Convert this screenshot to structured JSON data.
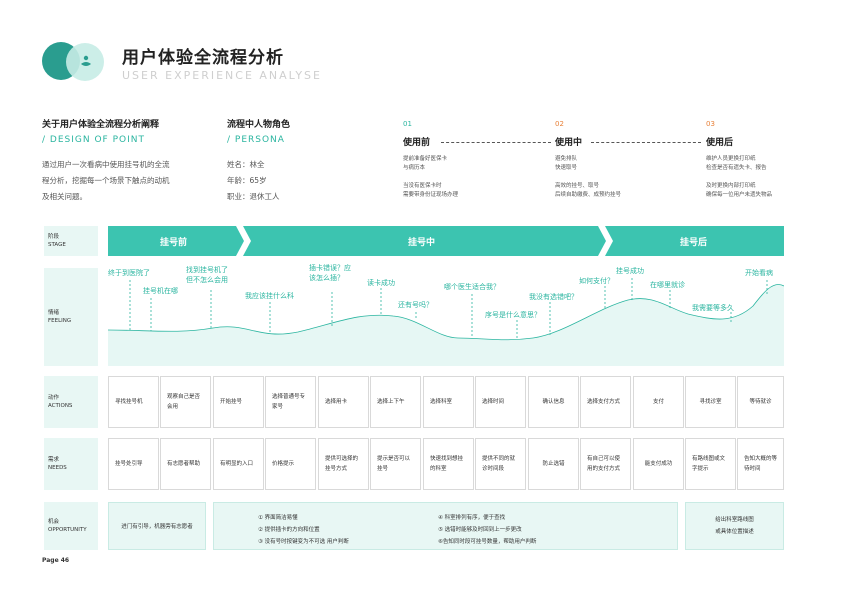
{
  "header": {
    "title": "用户体验全流程分析",
    "subtitle": "USER EXPERIENCE ANALYSE"
  },
  "about": {
    "heading": "关于用户体验全流程分析阐释",
    "accent": "/ DESIGN OF POINT",
    "lines": [
      "通过用户一次看病中使用挂号机的全流",
      "程分析，挖掘每一个场景下触点的动机",
      "及相关问题。"
    ]
  },
  "persona": {
    "heading": "流程中人物角色",
    "accent": "/ PERSONA",
    "lines": [
      "姓名：林全",
      "年龄：65岁",
      "职业：退休工人"
    ]
  },
  "stages": [
    {
      "num": "01",
      "name": "使用前",
      "desc": [
        "提前准备好医保卡",
        "与病历本",
        "",
        "当没有医保卡时",
        "需要带身份证现场办理"
      ]
    },
    {
      "num": "02",
      "name": "使用中",
      "desc": [
        "避免排队",
        "快速取号",
        "",
        "高效的挂号、取号",
        "后续自助缴费、成预约挂号"
      ]
    },
    {
      "num": "03",
      "name": "使用后",
      "desc": [
        "维护人员更换打印纸",
        "检查是否有遗失卡、报告",
        "",
        "及时更换内部打印纸",
        "确保每一位用户未遗失物品"
      ]
    }
  ],
  "rows": {
    "stage": {
      "cn": "阶段",
      "en": "STAGE"
    },
    "feeling": {
      "cn": "情绪",
      "en": "FEELING"
    },
    "actions": {
      "cn": "动作",
      "en": "ACTIONS"
    },
    "needs": {
      "cn": "需求",
      "en": "NEEDS"
    },
    "opportunity": {
      "cn": "机会",
      "en": "OPPORTUNITY"
    }
  },
  "stage_bar": [
    "挂号前",
    "挂号中",
    "挂号后"
  ],
  "feelings": [
    "终于到医院了",
    "挂号机在哪",
    "找到挂号机了\n但不怎么会用",
    "我应该挂什么科",
    "插卡错误？应\n该怎么插？",
    "读卡成功",
    "还有号吗？",
    "哪个医生适合我？",
    "序号是什么意思？",
    "我没有选错吧？",
    "如何支付？",
    "挂号成功",
    "在哪里就诊",
    "我需要等多久",
    "开始看病"
  ],
  "actions": [
    "寻找挂号机",
    "观察自己是否会用",
    "开始挂号",
    "选择普通号专家号",
    "选择用卡",
    "选择上下午",
    "选择科室",
    "选择时间",
    "确认信息",
    "选择支付方式",
    "支付",
    "寻找诊室",
    "等待就诊"
  ],
  "needs": [
    "挂号处引导",
    "有志愿者帮助",
    "有明显的入口",
    "价格提示",
    "提供可选择的挂号方式",
    "提示是否可以挂号",
    "快速找到想挂的科室",
    "提供不同的就诊时间段",
    "防止选错",
    "有自己可以使用的支付方式",
    "能支付成功",
    "有路线图或文字提示",
    "告知大概的等待时间"
  ],
  "opportunity": {
    "left": "进门有引导，机器旁有志愿者",
    "middle_col1": [
      "① 界面简洁易懂",
      "② 提供插卡的方向和位置",
      "③ 没有号时按键变为不可选 用户判断"
    ],
    "middle_col2": [
      "④ 科室排列有序，便于查找",
      "⑤ 选错时能够及时回到上一步更改",
      "⑥告知同时段可挂号数量，帮助用户判断"
    ],
    "right": [
      "给出科室路线图",
      "或具体位置描述"
    ]
  },
  "footer": {
    "page": "Page 46"
  },
  "colors": {
    "accent": "#2bb5a0",
    "teal": "#3cc4b0",
    "dark_teal": "#2a9d8f",
    "light": "#e8f7f4",
    "orange": "#e8823a"
  }
}
